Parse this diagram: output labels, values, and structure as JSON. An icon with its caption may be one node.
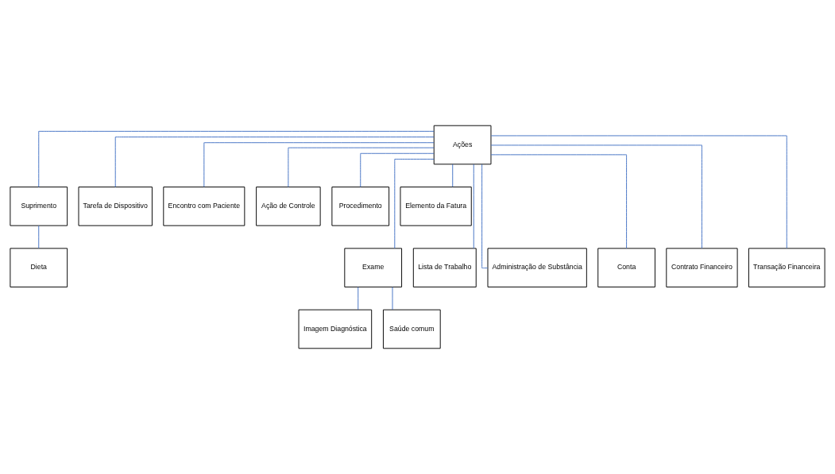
{
  "diagram": {
    "nodes": [
      {
        "text": [
          "Ações"
        ]
      },
      {
        "text": [
          "Suprimento"
        ]
      },
      {
        "text": [
          "Tarefa de Dispositivo"
        ]
      },
      {
        "text": [
          "Encontro com Paciente"
        ]
      },
      {
        "text": [
          "Ação de Controle"
        ]
      },
      {
        "text": [
          "Procedimento"
        ]
      },
      {
        "text": [
          "Elemento da Fatura"
        ]
      },
      {
        "text": [
          "Dieta"
        ]
      },
      {
        "text": [
          "Exame"
        ]
      },
      {
        "text": [
          "Lista de Trabalho"
        ]
      },
      {
        "text": [
          "Administração de Substância"
        ]
      },
      {
        "text": [
          "Conta"
        ]
      },
      {
        "text": [
          "Contrato Financeiro"
        ]
      },
      {
        "text": [
          "Transação Financeira"
        ]
      },
      {
        "text": [
          "Imagem Diagnóstica"
        ]
      },
      {
        "text": [
          "Saúde comum"
        ]
      }
    ],
    "edges": [
      {
        "from": 0,
        "to": 1,
        "arrow": "none"
      },
      {
        "from": 0,
        "to": 2,
        "arrow": "none"
      },
      {
        "from": 0,
        "to": 3,
        "arrow": "none"
      },
      {
        "from": 0,
        "to": 4,
        "arrow": "none"
      },
      {
        "from": 0,
        "to": 5,
        "arrow": "none"
      },
      {
        "from": 0,
        "to": 6,
        "arrow": "none"
      },
      {
        "from": 0,
        "to": 8,
        "arrow": "none"
      },
      {
        "from": 0,
        "to": 9,
        "arrow": "none"
      },
      {
        "from": 0,
        "to": 10,
        "arrow": "none"
      },
      {
        "from": 0,
        "to": 11,
        "arrow": "none"
      },
      {
        "from": 0,
        "to": 12,
        "arrow": "none"
      },
      {
        "from": 0,
        "to": 13,
        "arrow": "none"
      },
      {
        "from": 1,
        "to": 7,
        "arrow": "none"
      },
      {
        "from": 8,
        "to": 14,
        "arrow": "none"
      },
      {
        "from": 8,
        "to": 15,
        "arrow": "none"
      }
    ]
  }
}
